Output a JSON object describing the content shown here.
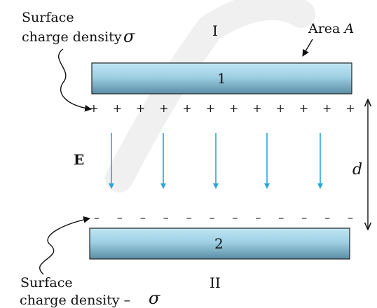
{
  "labels": {
    "top_region": "I",
    "bottom_region": "II",
    "area_prefix": "Area",
    "area_symbol": "A",
    "plate_top": "1",
    "plate_bottom": "2",
    "field": "E",
    "separation": "d",
    "surface_top_line1": "Surface",
    "surface_top_line2": "charge density",
    "sigma_positive": "σ",
    "surface_bottom_line1": "Surface",
    "surface_bottom_line2": "charge density –",
    "sigma_negative": "σ"
  },
  "charges": {
    "positive_sign": "+",
    "negative_sign": "–",
    "positive_count": 12,
    "negative_count": 12,
    "field_arrow_count": 5
  },
  "colors": {
    "plate_top_light": "#bfe6f4",
    "plate_bottom_dark": "#5a8da5",
    "field_arrow": "#2aa6dc",
    "ink": "#111111",
    "watermark": "#f0f0f0"
  }
}
